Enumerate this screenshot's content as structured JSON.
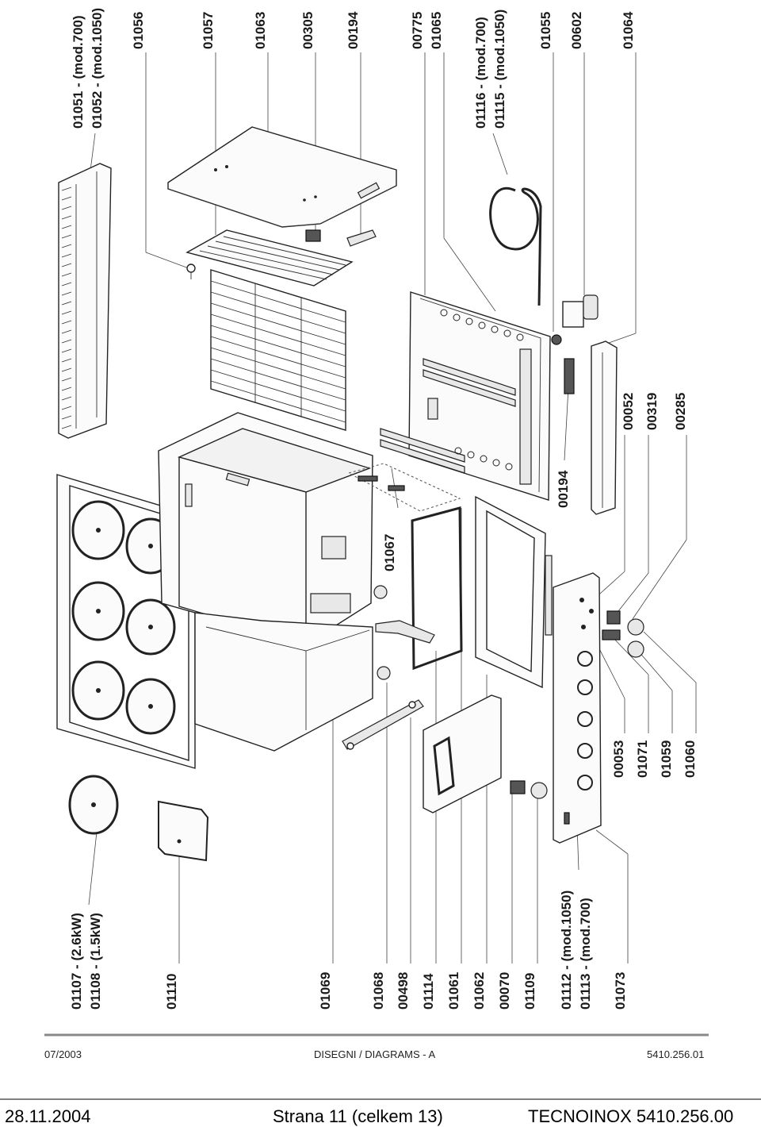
{
  "top_labels": [
    {
      "lines": [
        "01051 - (mod.700)",
        "01052 - (mod.1050)"
      ]
    },
    {
      "lines": [
        "01056"
      ]
    },
    {
      "lines": [
        "01057"
      ]
    },
    {
      "lines": [
        "01063"
      ]
    },
    {
      "lines": [
        "00305"
      ]
    },
    {
      "lines": [
        "00194"
      ]
    },
    {
      "lines": [
        "00775"
      ]
    },
    {
      "lines": [
        "01065"
      ]
    },
    {
      "lines": [
        "01116 - (mod.700)",
        "01115 - (mod.1050)"
      ]
    },
    {
      "lines": [
        "01055"
      ]
    },
    {
      "lines": [
        "00602"
      ]
    },
    {
      "lines": [
        "01064"
      ]
    }
  ],
  "middle_labels": [
    "00194",
    "00052",
    "00319",
    "00285",
    "01067"
  ],
  "right_cluster_labels": [
    "00053",
    "01071",
    "01059",
    "01060"
  ],
  "bottom_labels": [
    {
      "lines": [
        "01107 - (2.6kW)",
        "01108 - (1.5kW)"
      ]
    },
    {
      "lines": [
        "01110"
      ]
    },
    {
      "lines": [
        "01069"
      ]
    },
    {
      "lines": [
        "01068"
      ]
    },
    {
      "lines": [
        "00498"
      ]
    },
    {
      "lines": [
        "01114"
      ]
    },
    {
      "lines": [
        "01061"
      ]
    },
    {
      "lines": [
        "01062"
      ]
    },
    {
      "lines": [
        "00070"
      ]
    },
    {
      "lines": [
        "01109"
      ]
    },
    {
      "lines": [
        "01112 - (mod.1050)",
        "01113 - (mod.700)"
      ]
    },
    {
      "lines": [
        "01073"
      ]
    }
  ],
  "sheet_footer": {
    "date": "07/2003",
    "title": "DISEGNI / DIAGRAMS - A",
    "code": "5410.256.01"
  },
  "page_footer": {
    "date": "28.11.2004",
    "page": "Strana 11 (celkem 13)",
    "doc": "TECNOINOX 5410.256.00"
  }
}
